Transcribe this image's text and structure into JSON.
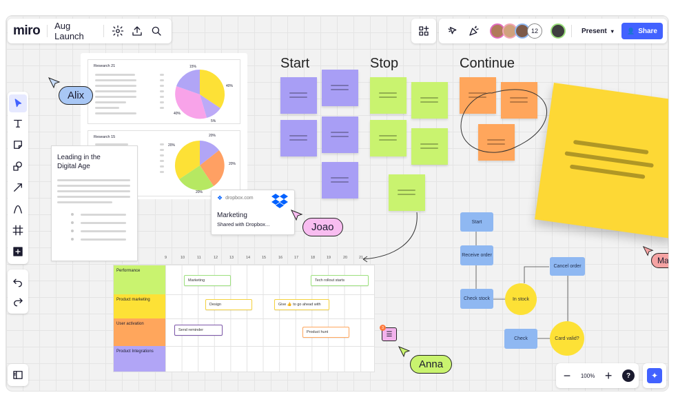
{
  "app": {
    "logo": "miro",
    "board_name": "Aug Launch"
  },
  "collab": {
    "extra_count": "12",
    "present_label": "Present",
    "share_label": "Share",
    "accent": "#4262ff"
  },
  "frames": {
    "research_a": {
      "title": "Research 21",
      "pct1": "15%",
      "pct2": "40%",
      "pct3": "40%",
      "pct4": "5%"
    },
    "research_b": {
      "title": "Research 15",
      "pct1": "20%",
      "pct2": "20%",
      "pct3": "20%",
      "pct4": "20%"
    }
  },
  "doc": {
    "title": "Leading in the Digital Age"
  },
  "dropbox": {
    "domain": "dropbox.com",
    "title": "Marketing",
    "subtitle": "Shared with Dropbox..."
  },
  "columns": {
    "start": "Start",
    "stop": "Stop",
    "continue": "Continue"
  },
  "cursors": {
    "alix": "Alix",
    "joao": "Joao",
    "maria": "Maria",
    "anna": "Anna"
  },
  "comment": {
    "count": "3"
  },
  "timeline": {
    "ticks": [
      "9",
      "10",
      "11",
      "12",
      "13",
      "14",
      "15",
      "16",
      "17",
      "18",
      "19",
      "20",
      "21"
    ],
    "rows": [
      "Performance",
      "Product marketing",
      "User activation",
      "Product Integrations"
    ],
    "tasks": {
      "marketing": "Marketing",
      "tech_rollout": "Tech rollout starts",
      "design": "Design",
      "give_go": "Give 👍 to go ahead with",
      "send_reminder": "Send reminder",
      "product_hunt": "Product hunt"
    }
  },
  "flow": {
    "start": "Start",
    "receive_order": "Receive order",
    "check_stock": "Check stock",
    "in_stock": "In stock",
    "cancel_order": "Cancel order",
    "check": "Check",
    "card_valid": "Card valid?"
  },
  "zoom": {
    "level": "100%"
  }
}
